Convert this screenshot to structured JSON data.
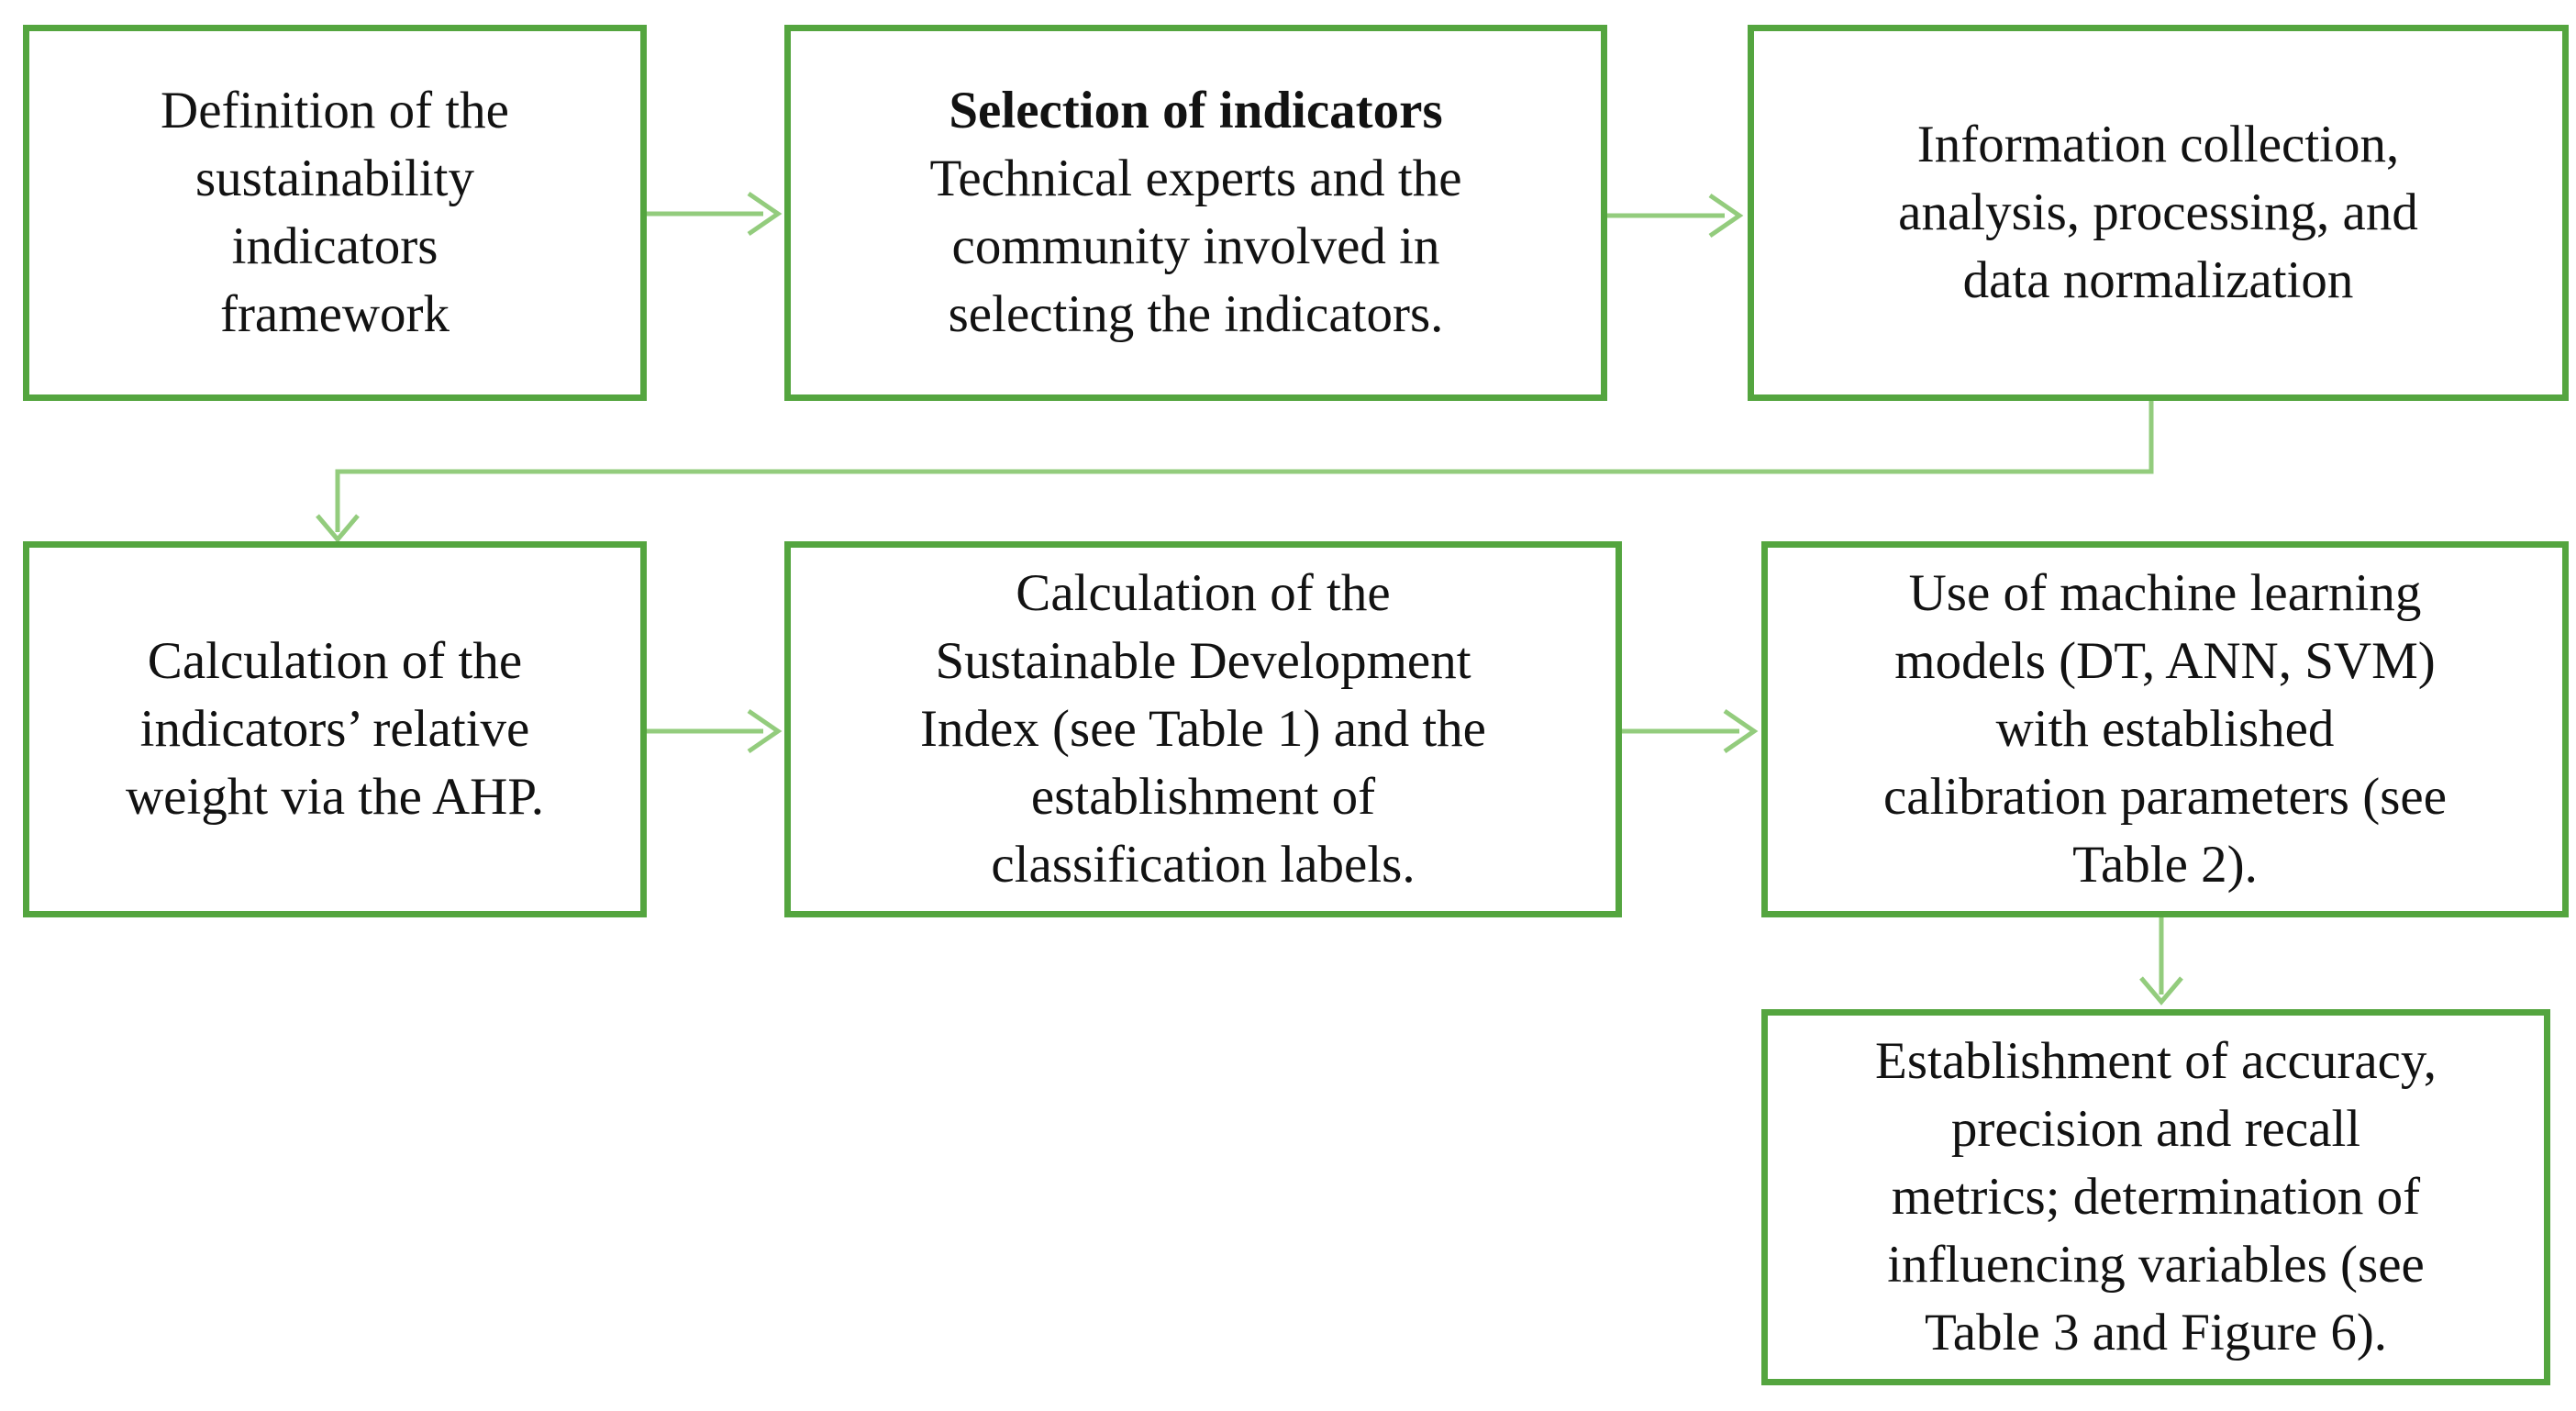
{
  "figure": {
    "type": "flowchart",
    "background_color": "#ffffff",
    "box_border_color": "#54a53f",
    "arrow_color": "#93cc7d",
    "text_color": "#121212"
  },
  "boxes": [
    {
      "id": "definition-framework",
      "lines": [
        "Definition of the",
        "sustainability",
        "indicators",
        "framework"
      ]
    },
    {
      "id": "selection-indicators",
      "title": "Selection of indicators",
      "lines": [
        "Technical experts and the",
        "community involved in",
        "selecting the indicators."
      ]
    },
    {
      "id": "information-collection",
      "lines": [
        "Information collection,",
        "analysis, processing, and",
        "data normalization"
      ]
    },
    {
      "id": "ahp-weights",
      "lines": [
        "Calculation of the",
        "indicators’ relative",
        "weight via the AHP."
      ]
    },
    {
      "id": "sdi-calculation",
      "lines": [
        "Calculation of the",
        "Sustainable Development",
        "Index (see Table 1) and the",
        "establishment of",
        "classification labels."
      ]
    },
    {
      "id": "ml-models",
      "lines": [
        "Use of machine learning",
        "models (DT, ANN, SVM)",
        "with established",
        "calibration parameters (see",
        "Table 2)."
      ]
    },
    {
      "id": "metrics-evaluation",
      "lines": [
        "Establishment of accuracy,",
        "precision and recall",
        "metrics; determination of",
        "influencing variables (see",
        "Table 3 and Figure 6)."
      ]
    }
  ],
  "edges": [
    {
      "from": "definition-framework",
      "to": "selection-indicators"
    },
    {
      "from": "selection-indicators",
      "to": "information-collection"
    },
    {
      "from": "information-collection",
      "to": "ahp-weights"
    },
    {
      "from": "ahp-weights",
      "to": "sdi-calculation"
    },
    {
      "from": "sdi-calculation",
      "to": "ml-models"
    },
    {
      "from": "ml-models",
      "to": "metrics-evaluation"
    }
  ]
}
